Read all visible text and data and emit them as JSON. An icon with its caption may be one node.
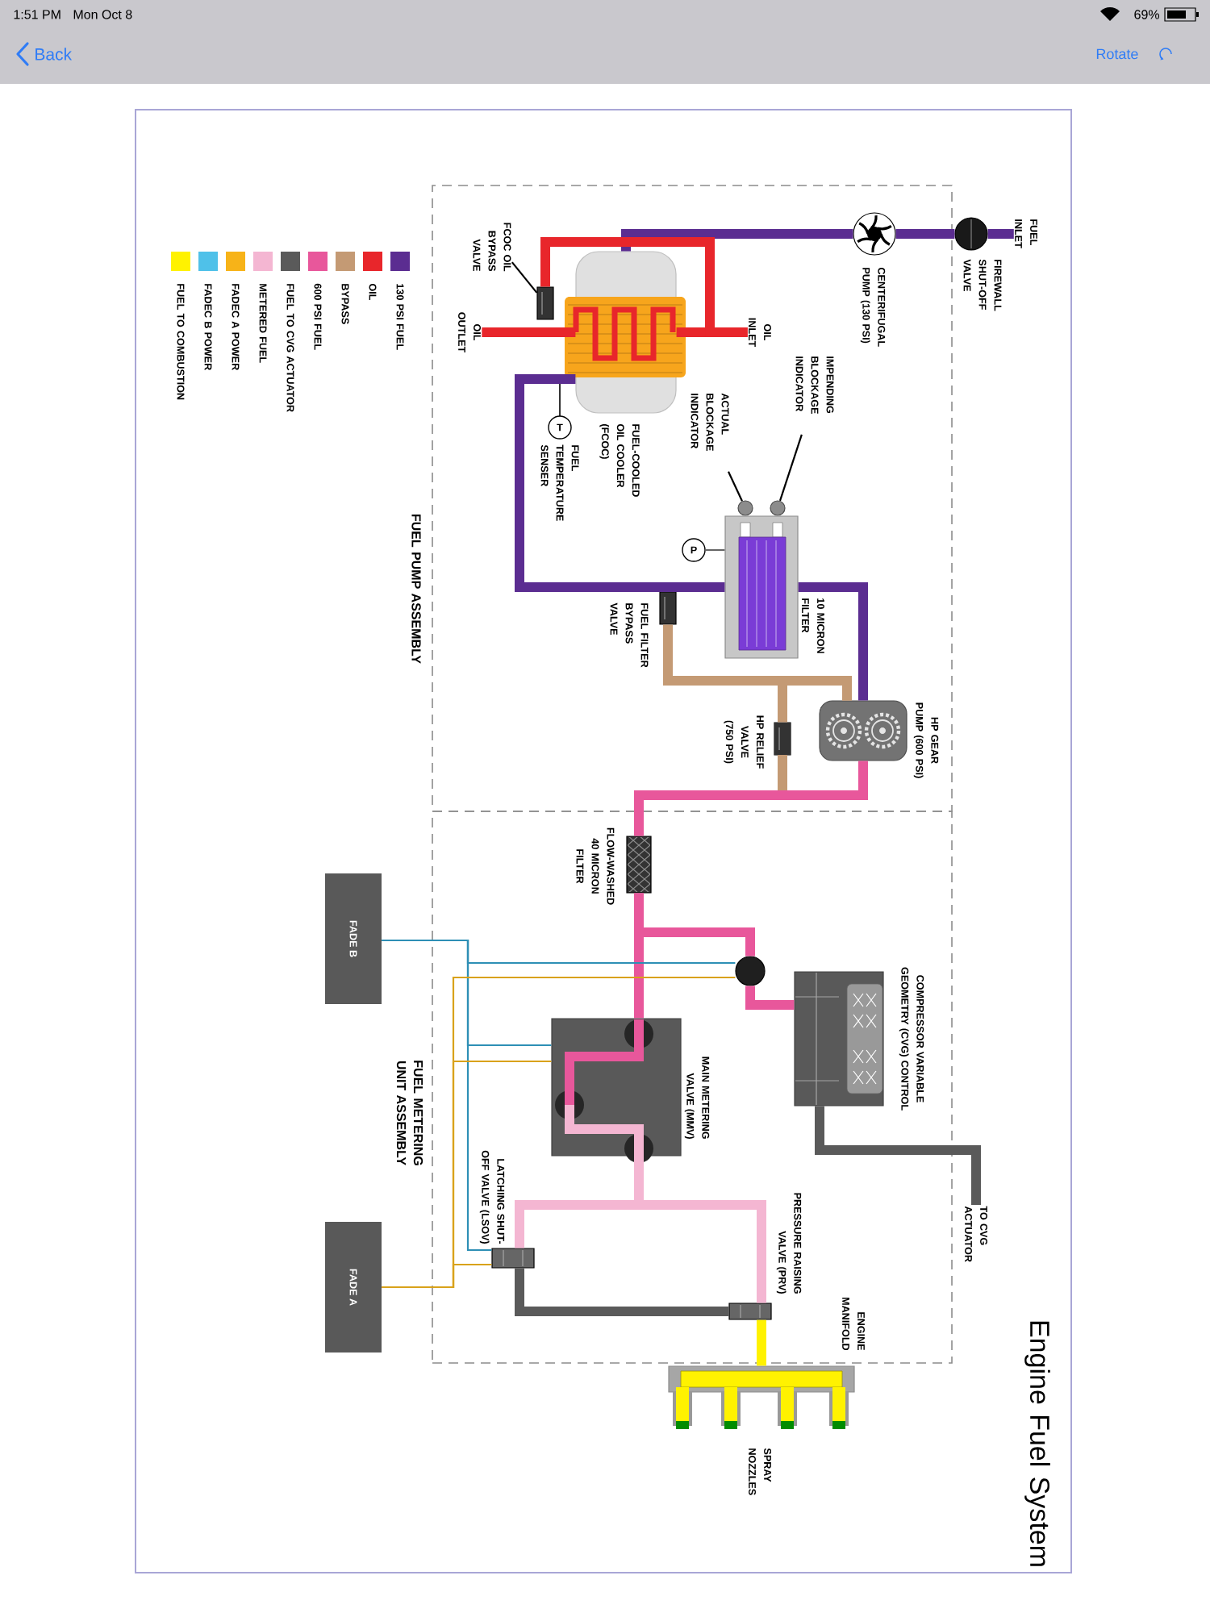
{
  "diagram": {
    "title": "Engine Fuel System",
    "nodes": [
      {
        "text": [
          "FUEL PUMP ASSEMBLY"
        ]
      },
      {
        "text": [
          "FUEL METERING UNIT ASSEMBLY"
        ]
      },
      {
        "text": [
          "FUEL INLET"
        ]
      },
      {
        "text": [],
        "shape": "circle",
        "beside": [
          "FIREWALL SHUT-OFF VALVE"
        ]
      },
      {
        "text": [],
        "shape": "circle",
        "beside": [
          "CENTERIFUGAL PUMP (130 PSI)"
        ],
        "in": 0
      },
      {
        "text": [],
        "shape": "box",
        "beside": [
          "FUEL-COOLED OIL COOLER (FCOC)"
        ],
        "in": 0
      },
      {
        "text": [
          "OIL INLET"
        ],
        "in": 0
      },
      {
        "text": [
          "OIL OUTLET"
        ],
        "in": 0
      },
      {
        "text": [
          "FCOC OIL BYPASS VALVE"
        ],
        "in": 0
      },
      {
        "text": [],
        "shape": "box",
        "in": 0
      },
      {
        "text": [
          "T"
        ],
        "beside": [
          "FUEL TEMPERATURE SENSER"
        ],
        "in": 0
      },
      {
        "text": [
          "IMPENDING BLOCKAGE INDICATOR"
        ],
        "in": 0
      },
      {
        "text": [
          "ACTUAL BLOCKAGE INDICATOR"
        ],
        "in": 0
      },
      {
        "text": [],
        "shape": "circle",
        "in": 0
      },
      {
        "text": [],
        "shape": "circle",
        "in": 0
      },
      {
        "text": [
          "P"
        ],
        "in": 0
      },
      {
        "text": [],
        "shape": "box",
        "beside": [
          "10 MICRON FILTER"
        ],
        "in": 0
      },
      {
        "text": [],
        "shape": "box",
        "beside": [
          "FUEL FILTER BYPASS VALVE"
        ],
        "in": 0
      },
      {
        "text": [],
        "shape": "box",
        "beside": [
          "HP GEAR PUMP (600 PSI)"
        ],
        "in": 0
      },
      {
        "text": [],
        "shape": "box",
        "beside": [
          "HP RELIEF VALVE (750 PSI)"
        ],
        "in": 0
      },
      {
        "text": [],
        "shape": "box",
        "beside": [
          "FLOW-WASHED 40 MICRON FILTER"
        ],
        "in": 1
      },
      {
        "text": [],
        "shape": "box",
        "beside": [
          "COMPRESSOR VARIABLE GEOMETRY (CVG) CONTROL"
        ],
        "in": 1
      },
      {
        "text": [],
        "shape": "circle",
        "in": 1
      },
      {
        "text": [
          "TO CVG ACTUATOR"
        ]
      },
      {
        "text": [],
        "shape": "box",
        "beside": [
          "MAIN METERING VALVE (MMV)"
        ],
        "in": 1
      },
      {
        "text": [],
        "shape": "box",
        "beside": [
          "LATCHING SHUT-OFF VALVE (LSOV)"
        ],
        "in": 1
      },
      {
        "text": [],
        "shape": "box",
        "beside": [
          "PRESSURE RAISING VALVE (PRV)"
        ],
        "in": 1
      },
      {
        "text": [],
        "shape": "box",
        "beside": [
          "SPRAY NOZZLES"
        ]
      },
      {
        "text": [
          "FADE B"
        ]
      },
      {
        "text": [
          "FADE A"
        ]
      }
    ],
    "edges": [
      {
        "from": 2,
        "to": 3,
        "arrow": "none",
        "color": "#5b2d91"
      },
      {
        "from": 3,
        "to": 4,
        "arrow": "none",
        "color": "#5b2d91"
      },
      {
        "from": 4,
        "to": 5,
        "arrow": "none",
        "color": "#5b2d91"
      },
      {
        "from": 6,
        "to": 5,
        "arrow": "none",
        "color": "#e8262b"
      },
      {
        "from": 5,
        "to": 7,
        "arrow": "none",
        "color": "#e8262b"
      },
      {
        "from": 6,
        "to": 9,
        "arrow": "none",
        "color": "#e8262b"
      },
      {
        "from": 8,
        "to": 9,
        "arrow": "none",
        "color": "#000000"
      },
      {
        "from": 5,
        "to": 16,
        "arrow": "none",
        "color": "#5b2d91"
      },
      {
        "from": 11,
        "to": 14,
        "arrow": "none",
        "color": "#000000"
      },
      {
        "from": 12,
        "to": 13,
        "arrow": "none",
        "color": "#000000"
      },
      {
        "from": 15,
        "to": 16,
        "arrow": "none",
        "color": "#666666"
      },
      {
        "from": 16,
        "to": 18,
        "arrow": "none",
        "color": "#5b2d91"
      },
      {
        "from": 17,
        "to": 18,
        "arrow": "none",
        "color": "#c49a74"
      },
      {
        "from": 19,
        "to": 18,
        "arrow": "none",
        "color": "#c49a74"
      },
      {
        "from": 18,
        "to": 20,
        "arrow": "none",
        "color": "#e8579b"
      },
      {
        "from": 20,
        "to": 22,
        "arrow": "none",
        "color": "#e8579b"
      },
      {
        "from": 22,
        "to": 21,
        "arrow": "none",
        "color": "#e8579b"
      },
      {
        "from": 20,
        "to": 24,
        "arrow": "none",
        "color": "#e8579b"
      },
      {
        "from": 21,
        "to": 23,
        "arrow": "none",
        "color": "#5a5a5a"
      },
      {
        "from": 24,
        "to": 26,
        "arrow": "none",
        "color": "#f4b6d2"
      },
      {
        "from": 24,
        "to": 25,
        "arrow": "none",
        "color": "#f4b6d2"
      },
      {
        "from": 25,
        "to": 26,
        "arrow": "none",
        "color": "#5a5a5a"
      },
      {
        "from": 26,
        "to": 27,
        "arrow": "none",
        "color": "#fff200"
      },
      {
        "from": 28,
        "to": 22,
        "arrow": "none",
        "color": "#2e8fb5"
      },
      {
        "from": 28,
        "to": 24,
        "arrow": "none",
        "color": "#2e8fb5"
      },
      {
        "from": 28,
        "to": 25,
        "arrow": "none",
        "color": "#2e8fb5"
      },
      {
        "from": 29,
        "to": 22,
        "arrow": "none",
        "color": "#d9a21b"
      },
      {
        "from": 29,
        "to": 24,
        "arrow": "none",
        "color": "#d9a21b"
      },
      {
        "from": 29,
        "to": 25,
        "arrow": "none",
        "color": "#d9a21b"
      }
    ],
    "labels": [
      "1:51 PM",
      "Mon Oct 8",
      "69%",
      "Back",
      "Rotate",
      "ENGINE MANIFOLD"
    ],
    "legend": [
      {
        "text": "130 PSI FUEL",
        "color": "#5b2d91"
      },
      {
        "text": "OIL",
        "color": "#e8262b"
      },
      {
        "text": "BYPASS",
        "color": "#c49a74"
      },
      {
        "text": "600 PSI FUEL",
        "color": "#e8579b"
      },
      {
        "text": "FUEL TO CVG ACTUATOR",
        "color": "#5a5a5a"
      },
      {
        "text": "METERED FUEL",
        "color": "#f4b6d2"
      },
      {
        "text": "FADEC A POWER",
        "color": "#f7b318"
      },
      {
        "text": "FADEC B POWER",
        "color": "#4fc1e9"
      },
      {
        "text": "FUEL TO COMBUSTION",
        "color": "#fff200"
      }
    ]
  }
}
